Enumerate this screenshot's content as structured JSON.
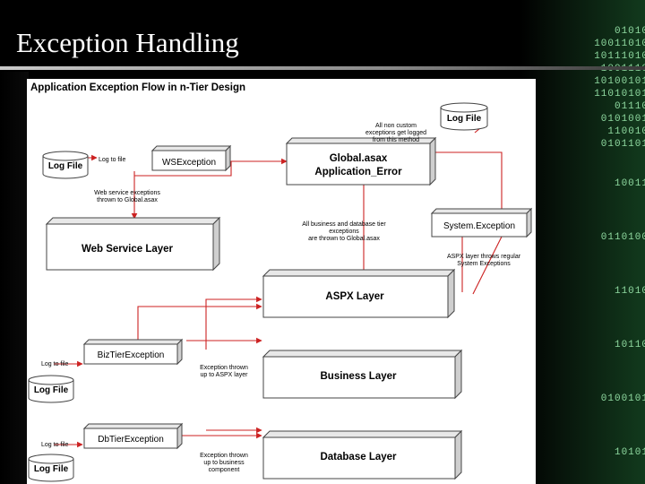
{
  "slide": {
    "title": "Exception Handling"
  },
  "background": {
    "matrix_digits": [
      "01010",
      "10011010",
      "10111010",
      "1001110",
      "10100101",
      "11010101",
      "01110",
      "0101001",
      "110010",
      "0101101",
      "10011",
      "0110100",
      "11010",
      "10110",
      "0100101",
      "10101"
    ]
  },
  "diagram": {
    "title": "Application Exception Flow in n-Tier Design",
    "boxes": {
      "web_service_layer": "Web Service Layer",
      "aspx_layer": "ASPX Layer",
      "business_layer": "Business Layer",
      "database_layer": "Database Layer",
      "global_asax": [
        "Global.asax",
        "Application_Error"
      ],
      "ws_exception": "WSException",
      "system_exception": "System.Exception",
      "biz_tier_exception": "BizTierException",
      "db_tier_exception": "DbTierException"
    },
    "log_files": {
      "top_right": "Log File",
      "web_service": "Log File",
      "business": "Log File",
      "database": "Log File"
    },
    "annotations": {
      "log_to_file_ws": "Log to file",
      "log_to_file_biz": "Log to file",
      "log_to_file_db": "Log to file",
      "custom_exceptions": [
        "All non custom",
        "exceptions get logged",
        "from this method"
      ],
      "web_service_exceptions": [
        "Web service exceptions",
        "thrown to Global.asax"
      ],
      "business_db_exceptions": [
        "All business and database tier",
        "exceptions",
        "are thrown to Global.asax"
      ],
      "aspx_throws": [
        "ASPX layer throws regular",
        "System Exceptions"
      ],
      "thrown_to_aspx": [
        "Exception thrown",
        "up to ASPX layer"
      ],
      "thrown_to_business": [
        "Exception thrown",
        "up to business",
        "component"
      ]
    },
    "colors": {
      "arrow": "#cc2222",
      "box_stroke": "#444444",
      "box_fill": "#ffffff"
    }
  }
}
